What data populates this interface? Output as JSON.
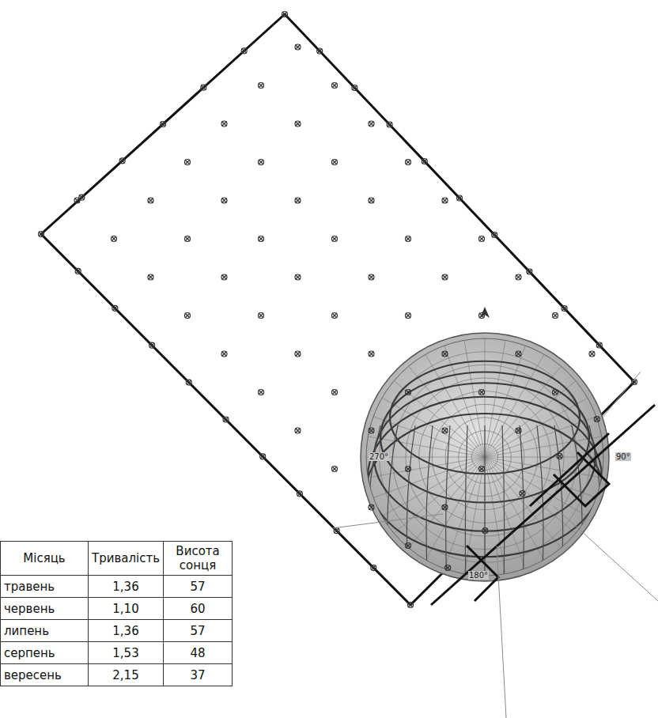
{
  "diagram": {
    "labels": [
      "Місяць",
      "Тривалість",
      "Висота сонця",
      "травень",
      "1,36",
      "57",
      "червень",
      "1,10",
      "60",
      "липень",
      "1,36",
      "57",
      "серпень",
      "1,53",
      "48",
      "вересень",
      "2,15",
      "37",
      "90°",
      "180°",
      "270°"
    ]
  }
}
